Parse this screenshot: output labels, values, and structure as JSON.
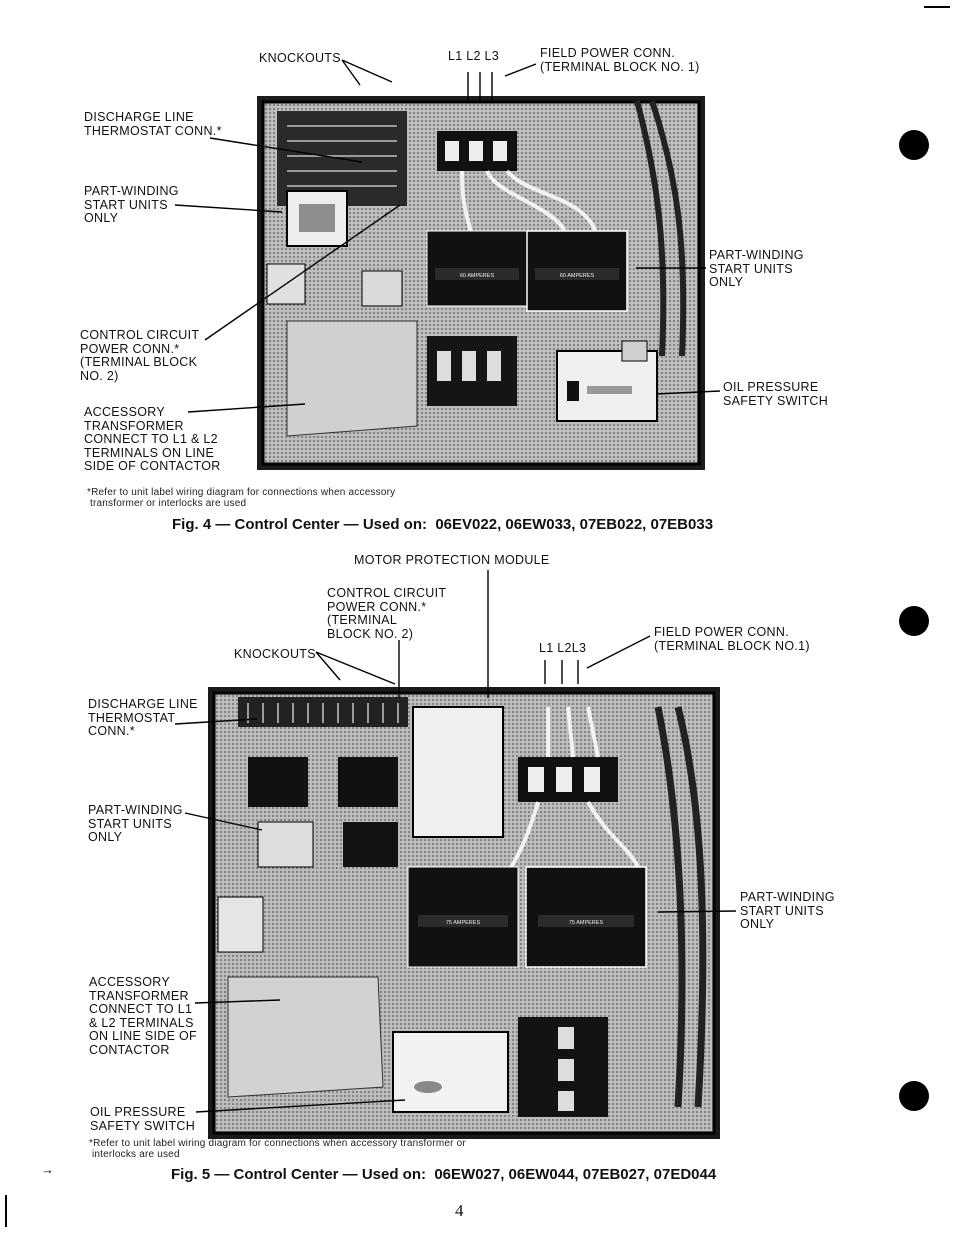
{
  "fig4": {
    "labels": {
      "knockouts": "KNOCKOUTS",
      "l_terminals": "L1 L2 L3",
      "field_power": "FIELD POWER CONN.\n(TERMINAL BLOCK NO. 1)",
      "discharge": "DISCHARGE LINE\nTHERMOSTAT CONN.*",
      "part_winding_left": "PART-WINDING\nSTART UNITS\nONLY",
      "part_winding_right": "PART-WINDING\nSTART UNITS\nONLY",
      "control_circuit": "CONTROL CIRCUIT\nPOWER CONN.*\n(TERMINAL BLOCK\nNO. 2)",
      "accessory": "ACCESSORY\nTRANSFORMER\nCONNECT TO L1 & L2\nTERMINALS ON LINE\nSIDE OF CONTACTOR",
      "oil_pressure": "OIL PRESSURE\nSAFETY SWITCH",
      "amp_left": "60 AMPERES",
      "amp_right": "60 AMPERES"
    },
    "footnote": "*Refer to unit label wiring diagram for connections when accessory\n transformer or interlocks are used",
    "caption": "Fig. 4 — Control Center — Used on:  06EV022, 06EW033, 07EB022, 07EB033"
  },
  "fig5": {
    "labels": {
      "motor_protection": "MOTOR PROTECTION MODULE",
      "control_circuit": "CONTROL CIRCUIT\nPOWER CONN.*\n(TERMINAL\nBLOCK NO. 2)",
      "knockouts": "KNOCKOUTS",
      "l_terminals": "L1 L2L3",
      "field_power": "FIELD POWER CONN.\n(TERMINAL BLOCK NO.1)",
      "discharge": "DISCHARGE LINE\nTHERMOSTAT\nCONN.*",
      "part_winding_left": "PART-WINDING\nSTART UNITS\nONLY",
      "part_winding_right": "PART-WINDING\nSTART UNITS\nONLY",
      "accessory": "ACCESSORY\nTRANSFORMER\nCONNECT TO L1\n& L2 TERMINALS\nON LINE SIDE OF\nCONTACTOR",
      "oil_pressure": "OIL PRESSURE\nSAFETY SWITCH",
      "amp_left": "75 AMPERES",
      "amp_right": "75 AMPERES"
    },
    "footnote": "*Refer to unit label wiring diagram for connections when accessory transformer or\n interlocks are used",
    "caption": "Fig. 5 — Control Center — Used on:  06EW027, 06EW044, 07EB027, 07ED044"
  },
  "page_number": "4",
  "margin_arrow": "→"
}
